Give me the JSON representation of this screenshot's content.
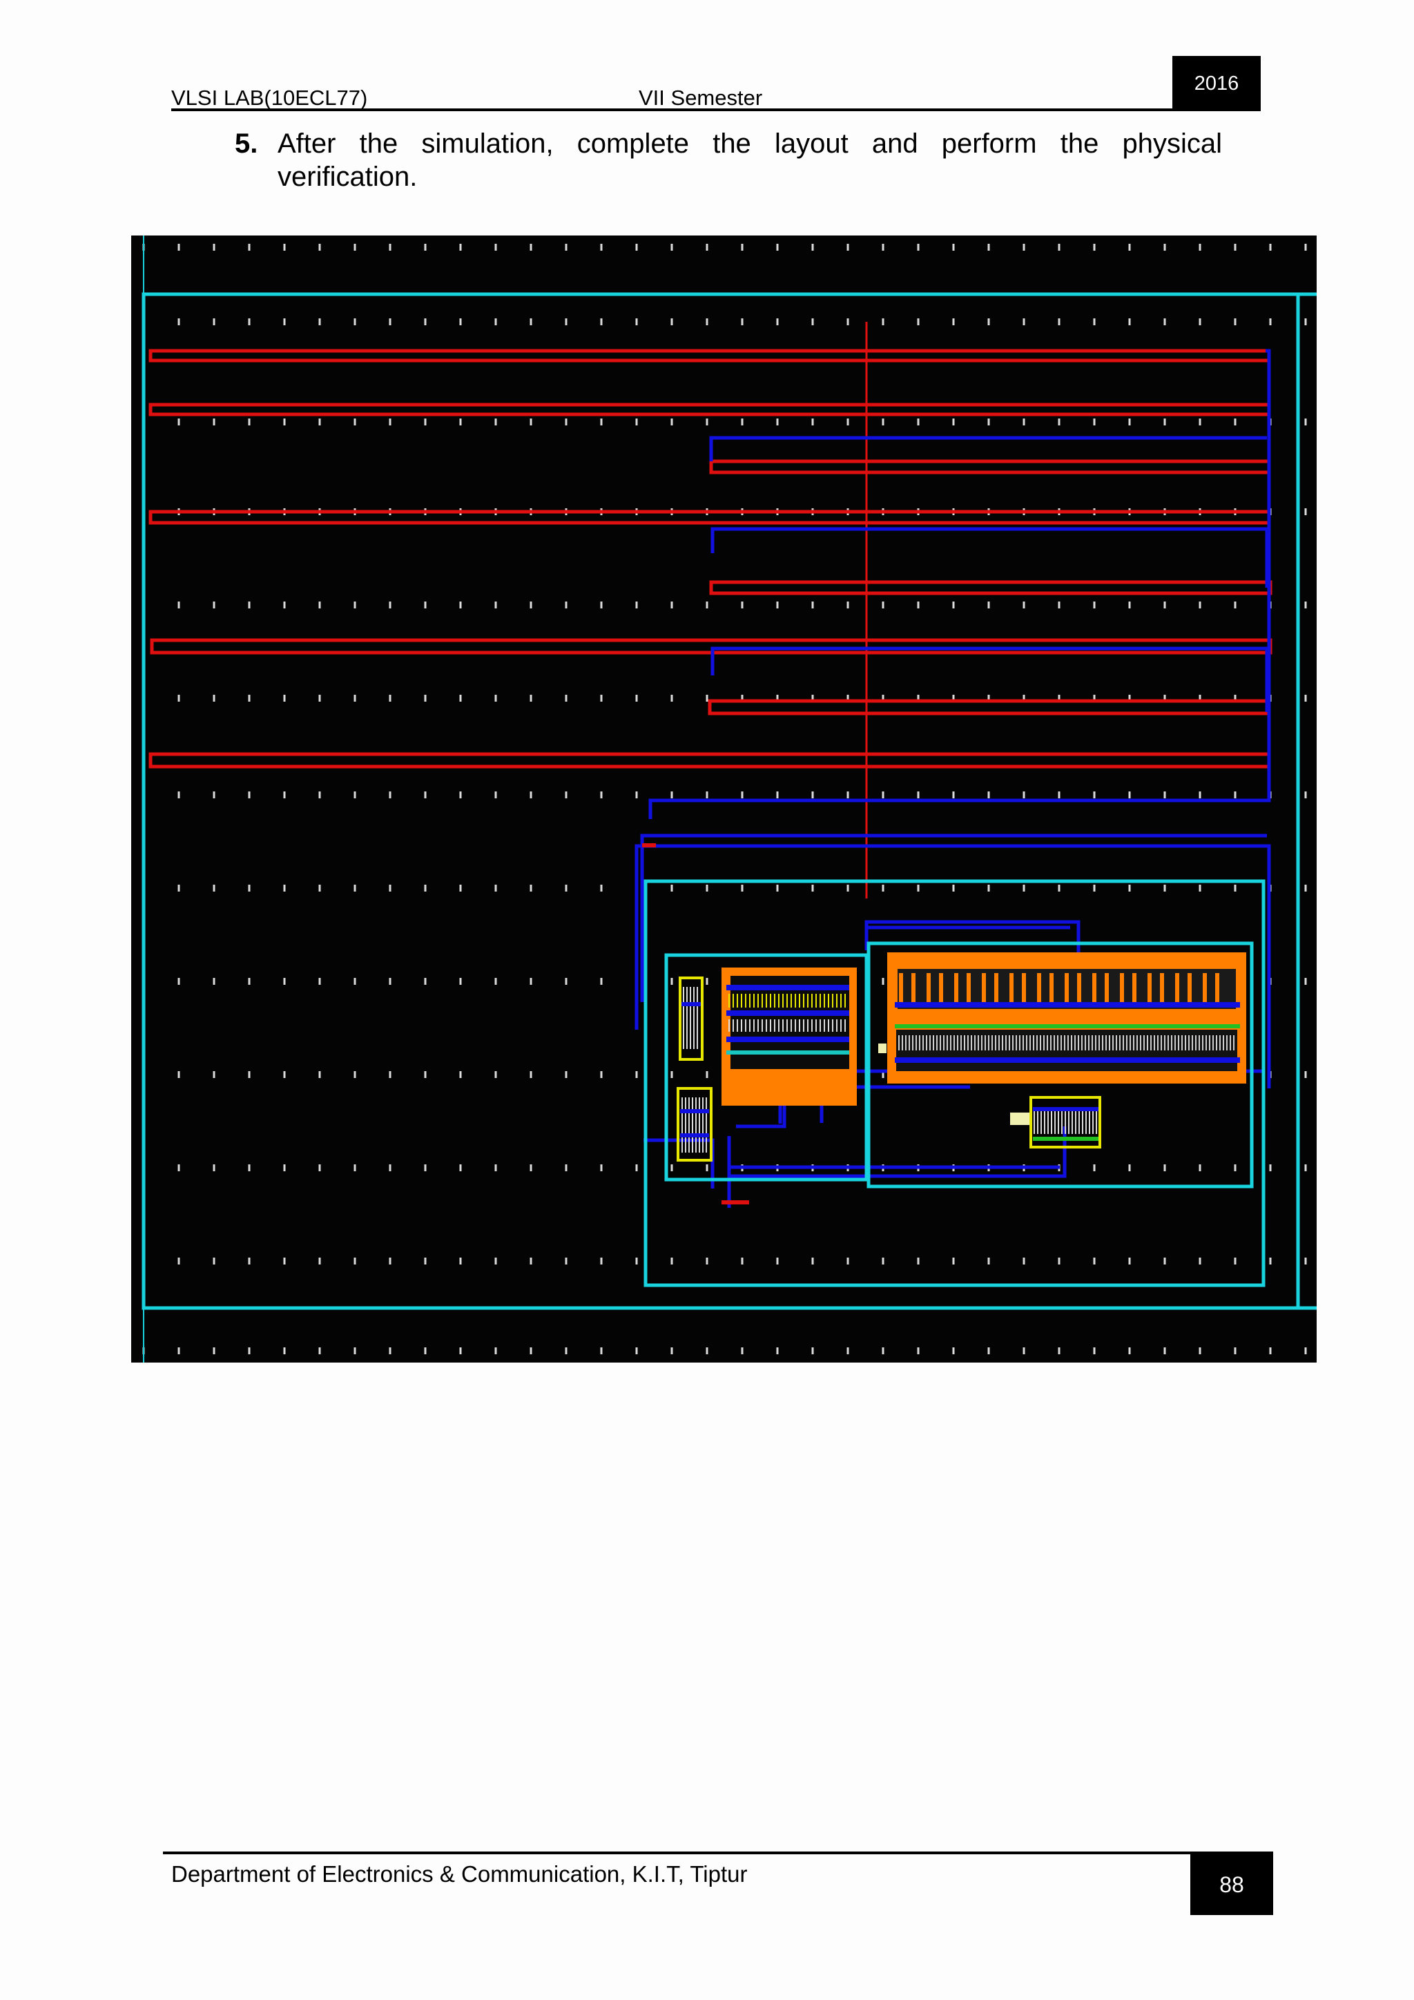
{
  "header": {
    "left": "VLSI LAB(10ECL77)",
    "center": "VII Semester",
    "year": "2016"
  },
  "body": {
    "step_number": "5.",
    "step_text": "After the simulation, complete the layout and perform the physical verification."
  },
  "figure": {
    "kind": "ic-layout-screenshot",
    "colors": {
      "background": "#040404",
      "poly": "#e01010",
      "metal": "#1010e0",
      "boundary": "#19d3df",
      "diffusion": "#ff7f00",
      "contact": "#e7e700",
      "grid_dot": "#dcdcdc"
    }
  },
  "footer": {
    "department": "Department of Electronics & Communication, K.I.T, Tiptur",
    "page_number": "88"
  }
}
